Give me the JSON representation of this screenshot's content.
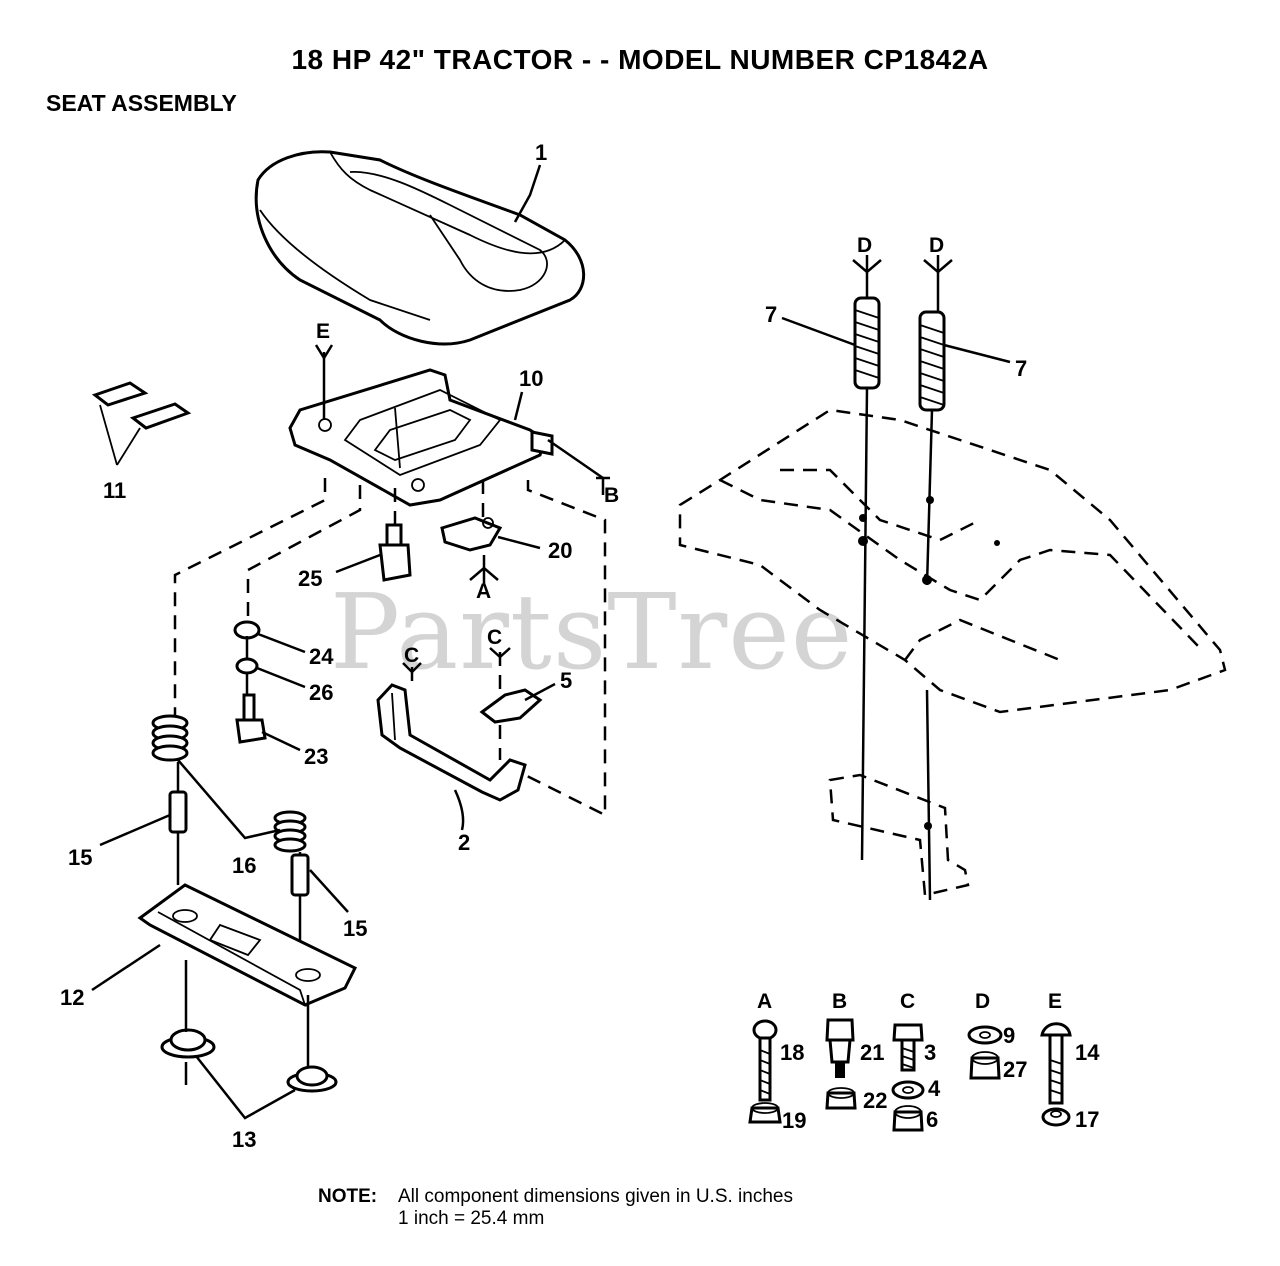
{
  "title": "18 HP 42\" TRACTOR - - MODEL NUMBER CP1842A",
  "subtitle": "SEAT ASSEMBLY",
  "watermark": "PartsTree",
  "callouts": {
    "p1": "1",
    "p2": "2",
    "p3": "3",
    "p4": "4",
    "p5": "5",
    "p6": "6",
    "p7a": "7",
    "p7b": "7",
    "p9": "9",
    "p10": "10",
    "p11": "11",
    "p12": "12",
    "p13": "13",
    "p14": "14",
    "p15a": "15",
    "p15b": "15",
    "p16": "16",
    "p17": "17",
    "p18": "18",
    "p19": "19",
    "p20": "20",
    "p21": "21",
    "p22": "22",
    "p23": "23",
    "p24": "24",
    "p25": "25",
    "p26": "26",
    "p27": "27"
  },
  "ref_letters": {
    "e_top": "E",
    "b_side": "B",
    "a_under": "A",
    "c_left": "C",
    "c_right": "C",
    "d_left": "D",
    "d_right": "D"
  },
  "hardware_groups": {
    "a": "A",
    "b": "B",
    "c": "C",
    "d": "D",
    "e": "E"
  },
  "note": {
    "label": "NOTE:",
    "line1": "All component dimensions given in U.S. inches",
    "line2": "1 inch = 25.4 mm"
  }
}
